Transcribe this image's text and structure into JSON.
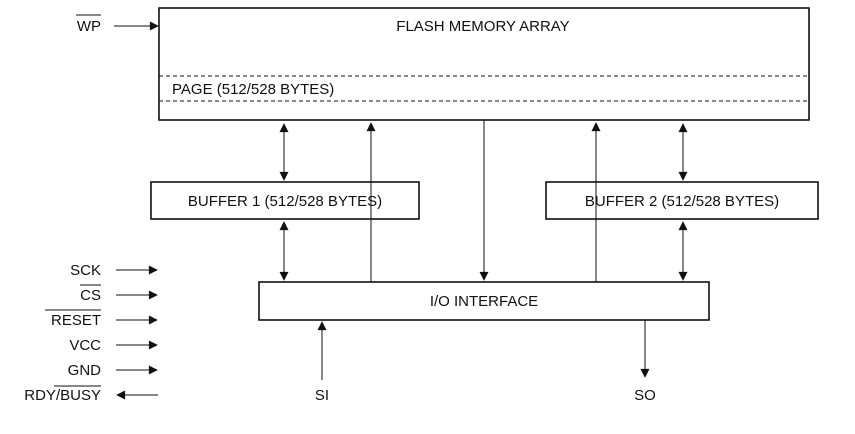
{
  "diagram": {
    "flash_array": {
      "title": "FLASH MEMORY ARRAY",
      "page_label": "PAGE (512/528 BYTES)"
    },
    "buffer1": {
      "label": "BUFFER 1 (512/528 BYTES)"
    },
    "buffer2": {
      "label": "BUFFER 2 (512/528 BYTES)"
    },
    "io": {
      "label": "I/O INTERFACE"
    },
    "pins": {
      "wp": "WP",
      "sck": "SCK",
      "cs": "CS",
      "reset": "RESET",
      "vcc": "VCC",
      "gnd": "GND",
      "rdy": "RDY/",
      "busy": "BUSY",
      "si": "SI",
      "so": "SO"
    }
  }
}
